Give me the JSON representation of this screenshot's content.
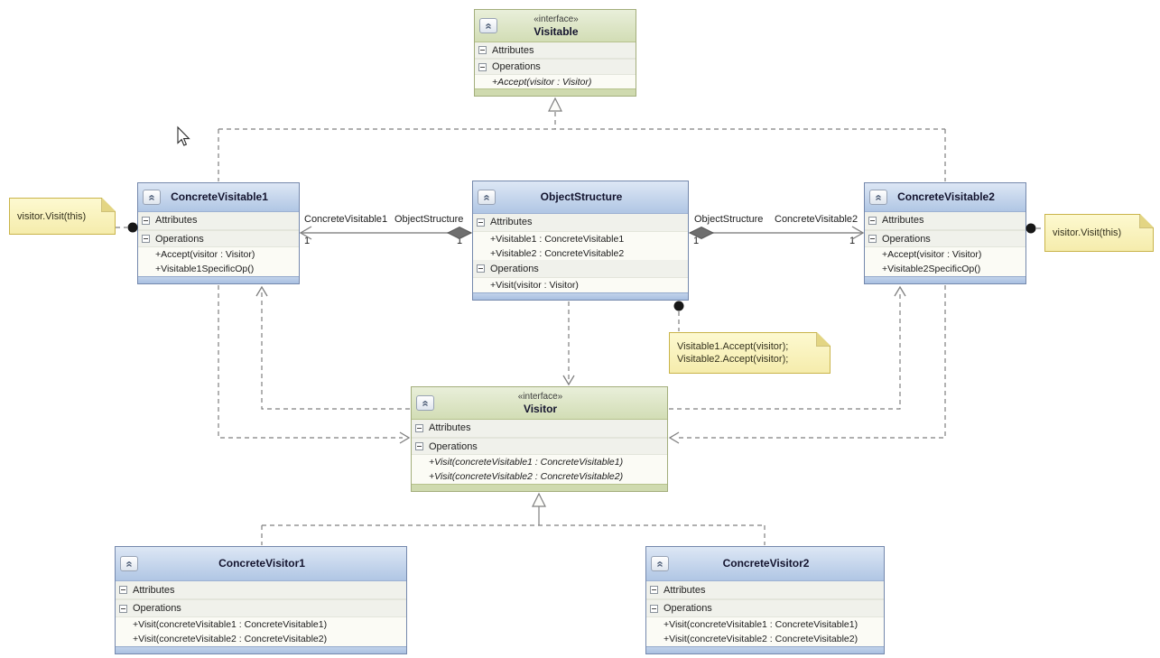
{
  "diagram_title": "Visitor design pattern class diagram",
  "colors": {
    "class_header_blue": "#b0c6e4",
    "class_border_blue": "#7488ac",
    "interface_header_green": "#d2ddb5",
    "interface_border_green": "#a3ae7c",
    "note_fill": "#f9f2b9",
    "note_border": "#c9b44a",
    "connector_gray": "#7f7f7f"
  },
  "classes": [
    {
      "name": "Visitable",
      "stereotype": "«interface»",
      "sections": [
        {
          "label": "Attributes",
          "members": []
        },
        {
          "label": "Operations",
          "members": [
            "+Accept(visitor : Visitor)"
          ]
        }
      ]
    },
    {
      "name": "ConcreteVisitable1",
      "sections": [
        {
          "label": "Attributes",
          "members": []
        },
        {
          "label": "Operations",
          "members": [
            "+Accept(visitor : Visitor)",
            "+Visitable1SpecificOp()"
          ]
        }
      ]
    },
    {
      "name": "ObjectStructure",
      "sections": [
        {
          "label": "Attributes",
          "members": [
            "+Visitable1 : ConcreteVisitable1",
            "+Visitable2 : ConcreteVisitable2"
          ]
        },
        {
          "label": "Operations",
          "members": [
            "+Visit(visitor : Visitor)"
          ]
        }
      ]
    },
    {
      "name": "ConcreteVisitable2",
      "sections": [
        {
          "label": "Attributes",
          "members": []
        },
        {
          "label": "Operations",
          "members": [
            "+Accept(visitor : Visitor)",
            "+Visitable2SpecificOp()"
          ]
        }
      ]
    },
    {
      "name": "Visitor",
      "stereotype": "«interface»",
      "sections": [
        {
          "label": "Attributes",
          "members": []
        },
        {
          "label": "Operations",
          "members": [
            "+Visit(concreteVisitable1 : ConcreteVisitable1)",
            "+Visit(concreteVisitable2 : ConcreteVisitable2)"
          ]
        }
      ]
    },
    {
      "name": "ConcreteVisitor1",
      "sections": [
        {
          "label": "Attributes",
          "members": []
        },
        {
          "label": "Operations",
          "members": [
            "+Visit(concreteVisitable1 : ConcreteVisitable1)",
            "+Visit(concreteVisitable2 : ConcreteVisitable2)"
          ]
        }
      ]
    },
    {
      "name": "ConcreteVisitor2",
      "sections": [
        {
          "label": "Attributes",
          "members": []
        },
        {
          "label": "Operations",
          "members": [
            "+Visit(concreteVisitable1 : ConcreteVisitable1)",
            "+Visit(concreteVisitable2 : ConcreteVisitable2)"
          ]
        }
      ]
    }
  ],
  "notes": [
    {
      "text": "visitor.Visit(this)"
    },
    {
      "text": "Visitable1.Accept(visitor);\nVisitable2.Accept(visitor);"
    },
    {
      "text": "visitor.Visit(this)"
    }
  ],
  "associations": {
    "left": {
      "role_source": "ConcreteVisitable1",
      "role_target": "ObjectStructure",
      "mult_source": "1",
      "mult_target": "1"
    },
    "right": {
      "role_source": "ObjectStructure",
      "role_target": "ConcreteVisitable2",
      "mult_source": "1",
      "mult_target": "1"
    }
  }
}
